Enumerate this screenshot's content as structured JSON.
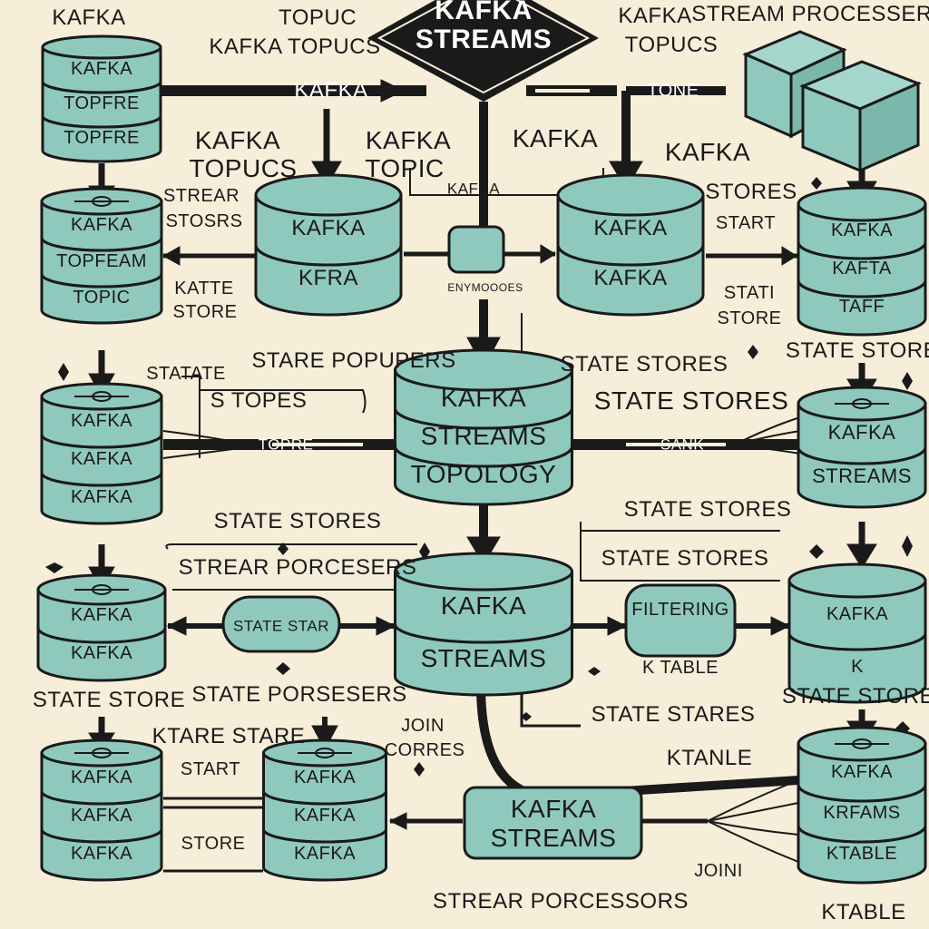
{
  "title": "KAFKA\nSTREAMS",
  "title_lines": [
    "KAFKA",
    "STREAMS"
  ],
  "colors": {
    "background": "#f6eed8",
    "node_fill": "#8fc9bd",
    "node_stroke": "#1a1a1a",
    "title_fill": "#1a1a1a",
    "title_text": "#ffffff"
  },
  "labels": {
    "corner_kafka": "KAFKA",
    "topuc": "TOPUC",
    "kafka_topucs_top": "KAFKA TOPUCS",
    "kafka_arrow": "KAFKA",
    "kafka_right_1": "KAFKA",
    "stream_processer": "STREAM PROCESSER",
    "topucs_right": "TOPUCS",
    "tone": "TONE",
    "kafka_topucs_left_1": "KAFKA",
    "kafka_topucs_left_2": "TOPUCS",
    "kafka_topic_mid_1": "KAFKA",
    "kafka_topic_mid_2": "TOPIC",
    "kafka_mid_right": "KAFKA",
    "kafka_small_box": "KAFKA",
    "kafka_right_mid": "KAFKA",
    "strear_stosrs_1": "STREAR",
    "strear_stosrs_2": "STOSRS",
    "stores_right": "STORES",
    "start_right": "START",
    "katte_store_1": "KATTE",
    "katte_store_2": "STORE",
    "stati_store_1": "STATI",
    "stati_store_2": "STORE",
    "state_store_right": "STATE STORE",
    "stare_popupers": "STARE POPUPERS",
    "state_stores_1": "STATE STORES",
    "state_stores_2": "STATE STORES",
    "state_left": "STATATE",
    "s_topes": "S  TOPES",
    "topre": "TOPRE",
    "sank": "SANK",
    "state_stores_3": "STATE STORES",
    "state_stores_4": "STATE STORES",
    "state_stores_5": "STATE STORES",
    "strear_porcesers": "STREAR PORCESERS",
    "filtering": "FILTERING",
    "k_table": "K TABLE",
    "state_store_left": "STATE STORE",
    "state_porsesers": "STATE PORSESERS",
    "state_stores_6": "STATE STARES",
    "state_store_right2": "STATE STORE",
    "ktare_stare": "KTARE STARE",
    "join_corres_1": "JOIN",
    "join_corres_2": "CORRES",
    "start_bottom": "START",
    "ktanle": "KTANLE",
    "store_bottom": "STORE",
    "joini": "JOINI",
    "strear_porcessors": "STREAR PORCESSORS",
    "ktable_bottom": "KTABLE",
    "state_star_node": "STATE STAR",
    "enymoooes": "ENYMOOOES"
  },
  "nodes": {
    "c1": [
      "KAFKA",
      "TOPFRE",
      "TOPFRE"
    ],
    "c2": [
      "KAFKA",
      "TOPFEAM",
      "TOPIC"
    ],
    "c3": [
      "KAFKA",
      "KAFKA",
      "KAFKA"
    ],
    "c4": [
      "KAFKA",
      "KAFKA"
    ],
    "c5": [
      "KAFKA",
      "KAFKA",
      "KAFKA"
    ],
    "c6": [
      "KAFKA",
      "KAFKA",
      "KAFKA"
    ],
    "c7": [
      "KAFKA",
      "KFRA"
    ],
    "c8": [
      "KAFKA",
      "KAFKA"
    ],
    "c9": [
      "KAFKA",
      "KAFTA",
      "TAFF"
    ],
    "c10": [
      "KAFKA",
      "STREAMS"
    ],
    "c11": [
      "KAFKA",
      "K"
    ],
    "c12": [
      "KAFKA",
      "KRFAMS",
      "KTABLE"
    ],
    "topology": [
      "KAFKA",
      "STREAMS",
      "TOPOLOGY"
    ],
    "ks_center": [
      "KAFKA",
      "STREAMS"
    ],
    "ks_bottom": [
      "KAFKA",
      "STREAMS"
    ],
    "filtering": "FILTERING"
  }
}
